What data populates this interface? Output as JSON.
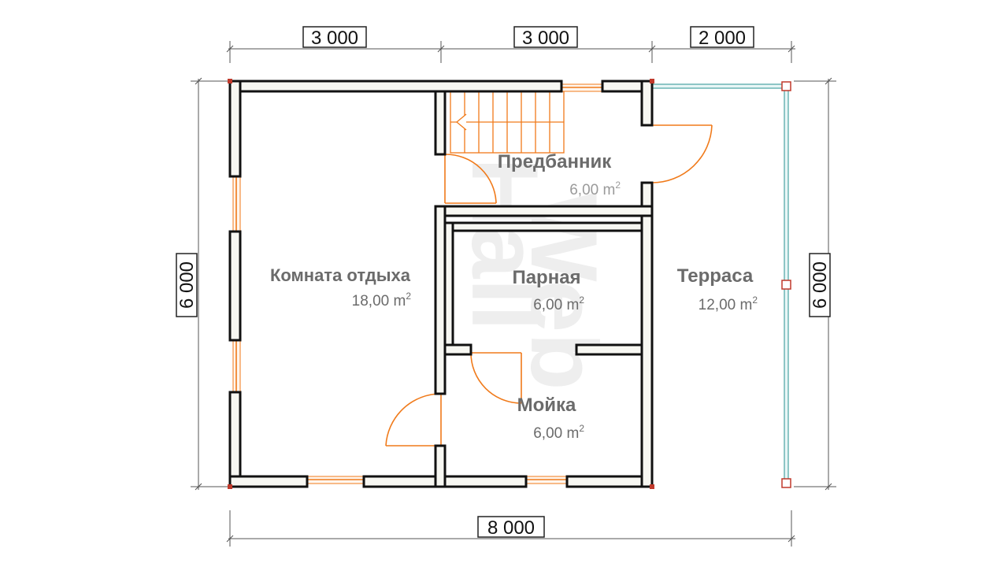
{
  "dimensions": {
    "top_segments": [
      "3 000",
      "3 000",
      "2 000"
    ],
    "bottom_total": "8 000",
    "left_height": "6 000",
    "right_height": "6 000"
  },
  "rooms": {
    "relax": {
      "name": "Комната отдыха",
      "area": "18,00 m",
      "unit_sup": "2"
    },
    "predbannik": {
      "name": "Предбанник",
      "area": "6,00 m",
      "unit_sup": "2"
    },
    "parnaya": {
      "name": "Парная",
      "area": "6,00 m",
      "unit_sup": "2"
    },
    "moyka": {
      "name": "Мойка",
      "area": "6,00 m",
      "unit_sup": "2"
    },
    "terrace": {
      "name": "Терраса",
      "area": "12,00 m",
      "unit_sup": "2"
    }
  },
  "watermark": {
    "line1": "Web",
    "line2": "Hall"
  },
  "colors": {
    "door": "#f07a1a",
    "window": "#f07a1a",
    "terrace_rail": "#4aa3a3",
    "post": "#c0392b",
    "wall_fill": "#f7f7f2"
  }
}
